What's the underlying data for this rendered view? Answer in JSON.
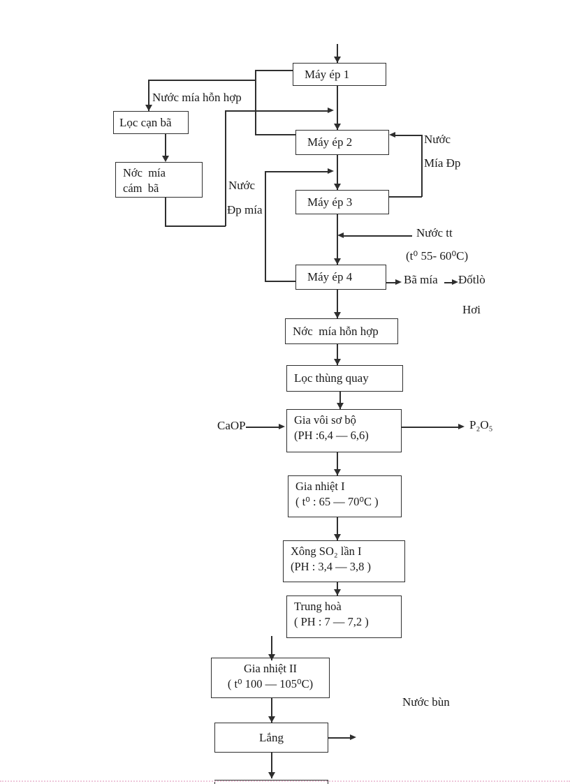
{
  "boxes": {
    "may_ep_1": {
      "label": "Máy ép 1"
    },
    "may_ep_2": {
      "label": "Máy ép 2"
    },
    "may_ep_3": {
      "label": "Máy ép 3"
    },
    "may_ep_4": {
      "label": "Máy ép 4"
    },
    "loc_can_ba": {
      "label": "Lọc cạn bã"
    },
    "noc_mia_cam_ba": {
      "line1": "Nớc  mía",
      "line2": "cám  bã"
    },
    "noc_mia_hon_hop": {
      "label": "Nớc  mía hỗn hợp"
    },
    "loc_thung_quay": {
      "label": "Lọc thùng quay"
    },
    "gia_voi_so_bo": {
      "line1": "Gia vôi sơ bộ",
      "line2": "(PH :6,4 — 6,6)"
    },
    "gia_nhiet_1": {
      "line1": "Gia nhiệt I",
      "line2": "( t⁰ : 65 — 70⁰C )"
    },
    "xong_so2_lan_1": {
      "line1": "Xông SO₂ lần I",
      "line2": "(PH : 3,4 — 3,8 )"
    },
    "trung_hoa": {
      "line1": "Trung hoà",
      "line2": "( PH : 7 — 7,2 )"
    },
    "gia_nhiet_2": {
      "line1": "Gia nhiệt II",
      "line2": "( t⁰ 100 — 105⁰C)"
    },
    "lang": {
      "label": "Lắng"
    }
  },
  "labels": {
    "nuoc_mia_hon_hop_top": "Nước mía hỗn hợp",
    "nuoc_left": "Nước",
    "dp_mia_left": "Đp mía",
    "nuoc_right": "Nước",
    "mia_dp_right": "Mía Đp",
    "nuoc_tt": "Nước tt",
    "nuoc_tt_temp": "(t⁰ 55- 60⁰C)",
    "ba_mia": "Bã mía",
    "dot_lo": "Đốtlò",
    "hoi": "Hơi",
    "caop": "CaOP",
    "p2o5": "P₂O₅",
    "nuoc_bun": "Nước bùn"
  },
  "colors": {
    "ink": "#2e2e2e",
    "bg": "#ffffff",
    "page_edge": "#eec6da"
  }
}
